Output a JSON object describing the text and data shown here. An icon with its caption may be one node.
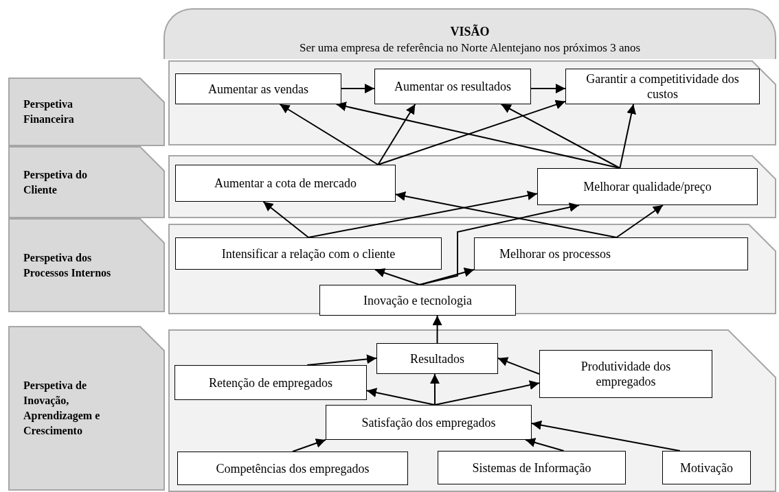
{
  "diagram": {
    "nodes": [
      {
        "text": [
          "VISÃO",
          "Ser uma empresa de referência no Norte Alentejano nos próximos 3 anos"
        ]
      },
      {
        "text": [
          "Perspetiva Financeira"
        ]
      },
      {
        "text": [
          "Aumentar as vendas"
        ]
      },
      {
        "text": [
          "Aumentar os resultados"
        ]
      },
      {
        "text": [
          "Garantir a competitividade dos custos"
        ]
      },
      {
        "text": [
          "Perspetiva do Cliente"
        ]
      },
      {
        "text": [
          "Aumentar a cota de mercado"
        ]
      },
      {
        "text": [
          "Melhorar qualidade/preço"
        ]
      },
      {
        "text": [
          "Perspetiva dos Processos Internos"
        ]
      },
      {
        "text": [
          "Intensificar a relação com o cliente"
        ]
      },
      {
        "text": [
          "Melhorar os processos"
        ]
      },
      {
        "text": [
          "Inovação e tecnologia"
        ]
      },
      {
        "text": [
          "Perspetiva de Inovação, Aprendizagem e Crescimento"
        ]
      },
      {
        "text": [
          "Retenção de empregados"
        ]
      },
      {
        "text": [
          "Resultados"
        ]
      },
      {
        "text": [
          "Produtividade dos empregados"
        ]
      },
      {
        "text": [
          "Satisfação dos empregados"
        ]
      },
      {
        "text": [
          "Competências dos empregados"
        ]
      },
      {
        "text": [
          "Sistemas de Informação"
        ]
      },
      {
        "text": [
          "Motivação"
        ]
      }
    ],
    "edges": [
      {
        "from": 2,
        "to": 3,
        "arrow": "to"
      },
      {
        "from": 3,
        "to": 4,
        "arrow": "to"
      },
      {
        "from": 6,
        "to": 2,
        "arrow": "to"
      },
      {
        "from": 6,
        "to": 3,
        "arrow": "to"
      },
      {
        "from": 6,
        "to": 4,
        "arrow": "to"
      },
      {
        "from": 7,
        "to": 2,
        "arrow": "to"
      },
      {
        "from": 7,
        "to": 3,
        "arrow": "to"
      },
      {
        "from": 7,
        "to": 4,
        "arrow": "to"
      },
      {
        "from": 9,
        "to": 6,
        "arrow": "to"
      },
      {
        "from": 9,
        "to": 7,
        "arrow": "to"
      },
      {
        "from": 10,
        "to": 6,
        "arrow": "to"
      },
      {
        "from": 10,
        "to": 7,
        "arrow": "to"
      },
      {
        "from": 11,
        "to": 9,
        "arrow": "to"
      },
      {
        "from": 11,
        "to": 10,
        "arrow": "to"
      },
      {
        "from": 11,
        "to": 7,
        "arrow": "to"
      },
      {
        "from": 14,
        "to": 11,
        "arrow": "to"
      },
      {
        "from": 13,
        "to": 14,
        "arrow": "to"
      },
      {
        "from": 15,
        "to": 14,
        "arrow": "to"
      },
      {
        "from": 16,
        "to": 14,
        "arrow": "to"
      },
      {
        "from": 16,
        "to": 13,
        "arrow": "to"
      },
      {
        "from": 16,
        "to": 15,
        "arrow": "to"
      },
      {
        "from": 17,
        "to": 16,
        "arrow": "to"
      },
      {
        "from": 18,
        "to": 16,
        "arrow": "to"
      },
      {
        "from": 19,
        "to": 16,
        "arrow": "to"
      }
    ]
  }
}
